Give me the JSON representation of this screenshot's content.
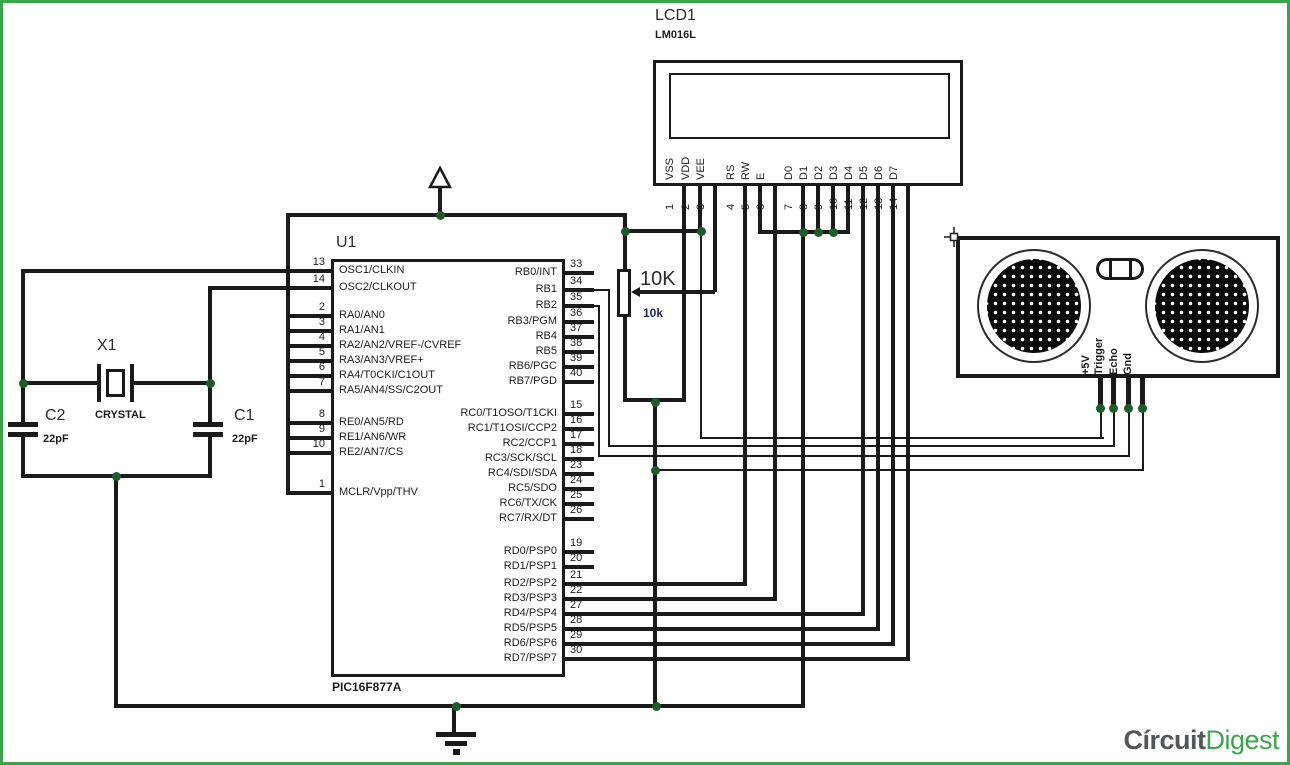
{
  "mcu": {
    "ref": "U1",
    "part": "PIC16F877A",
    "left_pins": [
      {
        "num": "13",
        "name": "OSC1/CLKIN"
      },
      {
        "num": "14",
        "name": "OSC2/CLKOUT"
      },
      {
        "num": "2",
        "name": "RA0/AN0"
      },
      {
        "num": "3",
        "name": "RA1/AN1"
      },
      {
        "num": "4",
        "name": "RA2/AN2/VREF-/CVREF"
      },
      {
        "num": "5",
        "name": "RA3/AN3/VREF+"
      },
      {
        "num": "6",
        "name": "RA4/T0CKI/C1OUT"
      },
      {
        "num": "7",
        "name": "RA5/AN4/SS/C2OUT"
      },
      {
        "num": "8",
        "name": "RE0/AN5/RD"
      },
      {
        "num": "9",
        "name": "RE1/AN6/WR"
      },
      {
        "num": "10",
        "name": "RE2/AN7/CS"
      },
      {
        "num": "1",
        "name": "MCLR/Vpp/THV"
      }
    ],
    "right_pins": [
      {
        "num": "33",
        "name": "RB0/INT"
      },
      {
        "num": "34",
        "name": "RB1"
      },
      {
        "num": "35",
        "name": "RB2"
      },
      {
        "num": "36",
        "name": "RB3/PGM"
      },
      {
        "num": "37",
        "name": "RB4"
      },
      {
        "num": "38",
        "name": "RB5"
      },
      {
        "num": "39",
        "name": "RB6/PGC"
      },
      {
        "num": "40",
        "name": "RB7/PGD"
      },
      {
        "num": "15",
        "name": "RC0/T1OSO/T1CKI"
      },
      {
        "num": "16",
        "name": "RC1/T1OSI/CCP2"
      },
      {
        "num": "17",
        "name": "RC2/CCP1"
      },
      {
        "num": "18",
        "name": "RC3/SCK/SCL"
      },
      {
        "num": "23",
        "name": "RC4/SDI/SDA"
      },
      {
        "num": "24",
        "name": "RC5/SDO"
      },
      {
        "num": "25",
        "name": "RC6/TX/CK"
      },
      {
        "num": "26",
        "name": "RC7/RX/DT"
      },
      {
        "num": "19",
        "name": "RD0/PSP0"
      },
      {
        "num": "20",
        "name": "RD1/PSP1"
      },
      {
        "num": "21",
        "name": "RD2/PSP2"
      },
      {
        "num": "22",
        "name": "RD3/PSP3"
      },
      {
        "num": "27",
        "name": "RD4/PSP4"
      },
      {
        "num": "28",
        "name": "RD5/PSP5"
      },
      {
        "num": "29",
        "name": "RD6/PSP6"
      },
      {
        "num": "30",
        "name": "RD7/PSP7"
      }
    ]
  },
  "lcd": {
    "ref": "LCD1",
    "part": "LM016L",
    "pins": [
      {
        "num": "1",
        "name": "VSS"
      },
      {
        "num": "2",
        "name": "VDD"
      },
      {
        "num": "3",
        "name": "VEE"
      },
      {
        "num": "4",
        "name": "RS"
      },
      {
        "num": "5",
        "name": "RW"
      },
      {
        "num": "6",
        "name": "E"
      },
      {
        "num": "7",
        "name": "D0"
      },
      {
        "num": "8",
        "name": "D1"
      },
      {
        "num": "9",
        "name": "D2"
      },
      {
        "num": "10",
        "name": "D3"
      },
      {
        "num": "11",
        "name": "D4"
      },
      {
        "num": "12",
        "name": "D5"
      },
      {
        "num": "13",
        "name": "D6"
      },
      {
        "num": "14",
        "name": "D7"
      }
    ]
  },
  "pot": {
    "ref": "10K",
    "value": "10k"
  },
  "crystal": {
    "ref": "X1",
    "part": "CRYSTAL"
  },
  "caps": {
    "c2": {
      "ref": "C2",
      "value": "22pF"
    },
    "c1": {
      "ref": "C1",
      "value": "22pF"
    }
  },
  "sensor": {
    "pins": [
      "+5V",
      "Trigger",
      "Echo",
      "Gnd"
    ]
  },
  "logo": {
    "gray": "Círcuit",
    "green": "Digest"
  },
  "colors": {
    "wire": "#1a1a1a",
    "junction": "#1d5c27",
    "border_green": "#3aa64c",
    "logo_gray": "#55565a",
    "logo_green": "#3aa64c",
    "value_blue": "#1f1f6e"
  }
}
